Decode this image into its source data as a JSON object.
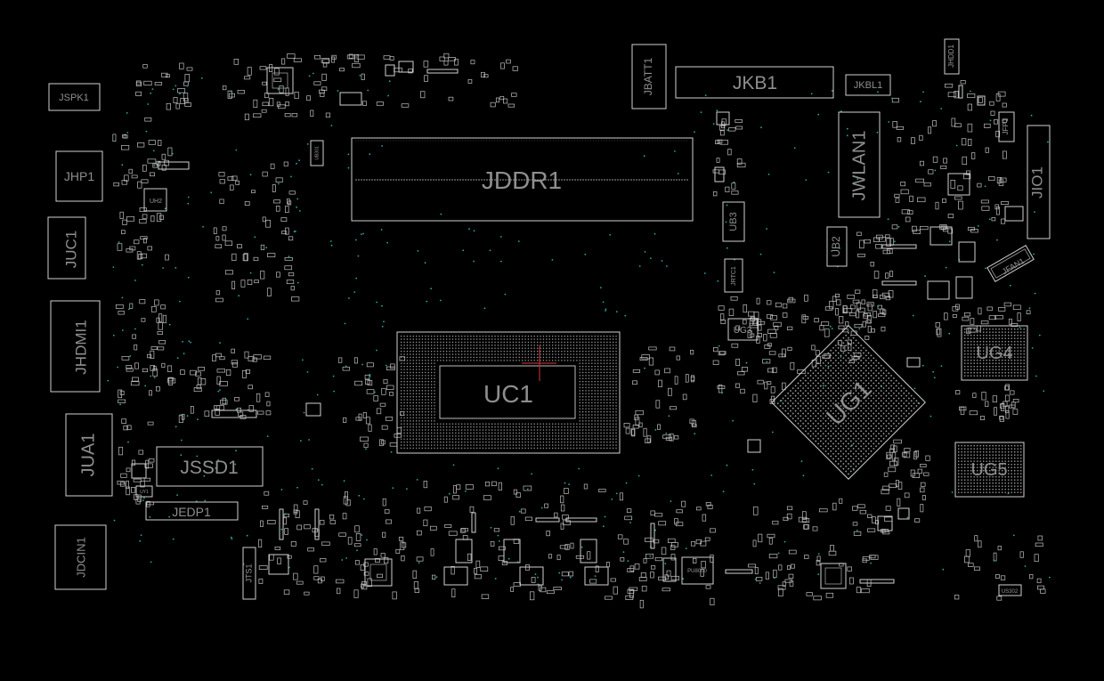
{
  "diagram": {
    "components": [
      {
        "id": "jspk1",
        "label": "JSPK1"
      },
      {
        "id": "jhp1",
        "label": "JHP1"
      },
      {
        "id": "juc1",
        "label": "JUC1"
      },
      {
        "id": "jhdmi1",
        "label": "JHDMI1"
      },
      {
        "id": "jua1",
        "label": "JUA1"
      },
      {
        "id": "jdcin1",
        "label": "JDCIN1"
      },
      {
        "id": "jssd1",
        "label": "JSSD1"
      },
      {
        "id": "jedp1",
        "label": "JEDP1"
      },
      {
        "id": "jddr1",
        "label": "JDDR1"
      },
      {
        "id": "uc1",
        "label": "UC1"
      },
      {
        "id": "jbatt1",
        "label": "JBATT1"
      },
      {
        "id": "jkb1",
        "label": "JKB1"
      },
      {
        "id": "jkbl1",
        "label": "JKBL1"
      },
      {
        "id": "jwlan1",
        "label": "JWLAN1"
      },
      {
        "id": "ub3",
        "label": "UB3"
      },
      {
        "id": "ub2",
        "label": "UB2"
      },
      {
        "id": "jrtc1",
        "label": "JRTC1"
      },
      {
        "id": "ug3",
        "label": "UG3"
      },
      {
        "id": "ug1",
        "label": "UG1"
      },
      {
        "id": "ug4",
        "label": "UG4"
      },
      {
        "id": "ug5",
        "label": "UG5"
      },
      {
        "id": "jhdd1",
        "label": "JHDD1"
      },
      {
        "id": "jfp1",
        "label": "JFP1"
      },
      {
        "id": "jio1",
        "label": "JIO1"
      },
      {
        "id": "jfan1",
        "label": "JFAN1"
      },
      {
        "id": "jts1",
        "label": "JTS1"
      },
      {
        "id": "uh2",
        "label": "UH2"
      },
      {
        "id": "ub301",
        "label": "UB301"
      },
      {
        "id": "pu8000",
        "label": "PU8000"
      },
      {
        "id": "us302",
        "label": "US302"
      },
      {
        "id": "uy1",
        "label": "UY1"
      }
    ]
  }
}
